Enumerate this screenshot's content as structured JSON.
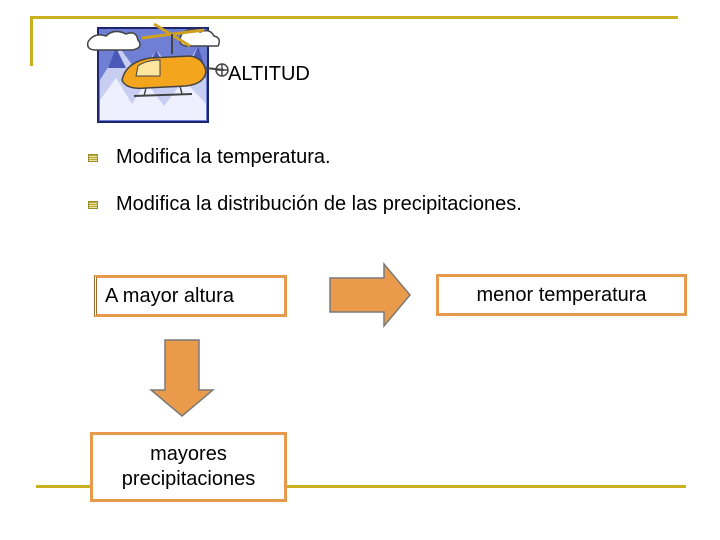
{
  "title": "ALTITUD",
  "bullets": [
    "Modifica la temperatura.",
    "Modifica la distribución de las precipitaciones."
  ],
  "diagram": {
    "box_altura": "A mayor altura",
    "box_temperatura": "menor temperatura",
    "box_precip_line1": "mayores",
    "box_precip_line2": "precipitaciones"
  },
  "colors": {
    "rule": "#c9b11f",
    "box_border": "#e79a4b",
    "arrow_fill": "#ea9a4b"
  },
  "icons": [
    "helicopter-clipart-icon",
    "bullet-square-icon",
    "arrow-right-icon",
    "arrow-down-icon"
  ]
}
